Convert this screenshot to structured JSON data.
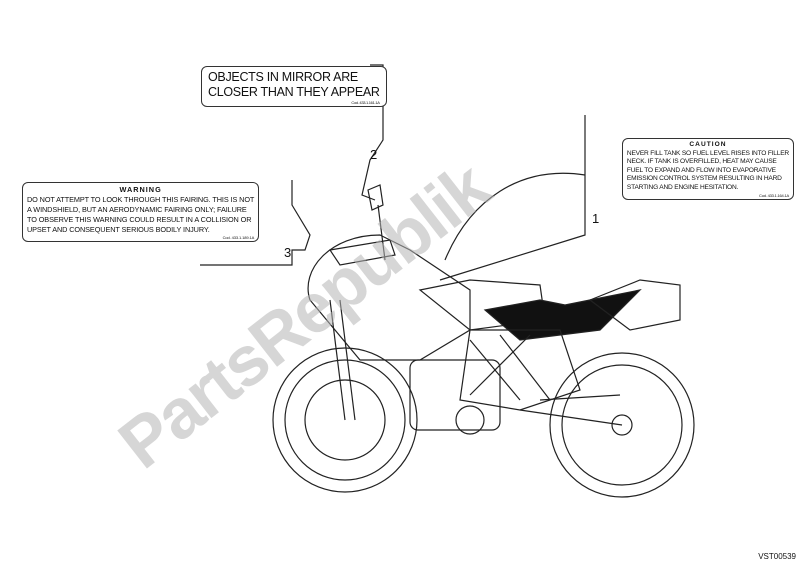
{
  "labels": {
    "mirror": {
      "lines": [
        "OBJECTS IN MIRROR ARE",
        "CLOSER THAN THEY APPEAR"
      ],
      "code": "Cod. 433.1.161.1A",
      "callout": "2"
    },
    "caution": {
      "title": "CAUTION",
      "lines": [
        "NEVER FILL TANK SO FUEL LEVEL RISES INTO FILLER",
        "NECK. IF TANK IS OVERFILLED, HEAT MAY CAUSE",
        "FUEL TO EXPAND AND FLOW INTO EVAPORATIVE",
        "EMISSION CONTROL SYSTEM RESULTING IN HARD",
        "STARTING AND ENGINE HESITATION."
      ],
      "code": "Cod. 433.1.164.1A",
      "callout": "1"
    },
    "warning": {
      "title": "WARNING",
      "lines": [
        "DO NOT ATTEMPT TO LOOK THROUGH THIS FAIRING. THIS IS NOT",
        "A WINDSHIELD, BUT AN AERODYNAMIC FAIRING ONLY; FAILURE",
        "TO OBSERVE THIS WARNING COULD RESULT IN A COLLISION OR",
        "UPSET AND CONSEQUENT SERIOUS BODILY INJURY."
      ],
      "code": "Cod. 433.1.189.1A",
      "callout": "3"
    }
  },
  "watermark": "PartsRepublik",
  "reference": "VST00539",
  "colors": {
    "line": "#222222",
    "watermark": "#b4b4b4"
  }
}
